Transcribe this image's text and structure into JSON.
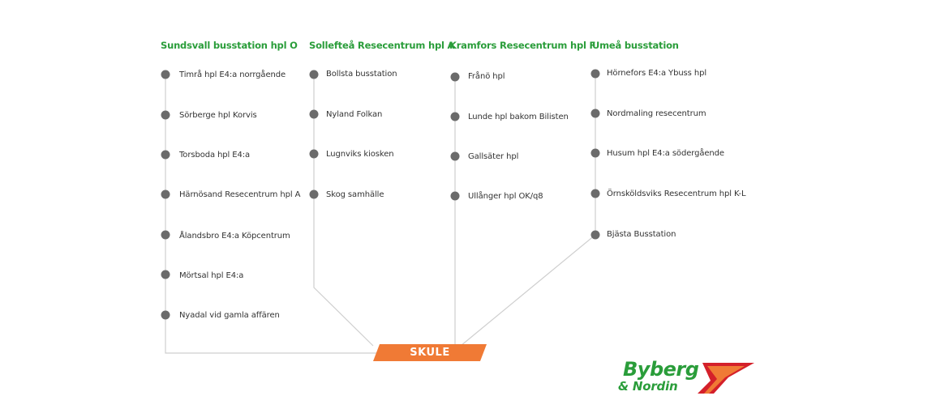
{
  "routes": [
    {
      "title": "Sundsvall busstation hpl O",
      "stops": [
        "Timrå hpl E4:a norrgående",
        "Sörberge hpl Korvis",
        "Torsboda hpl E4:a",
        "Härnösand Resecentrum hpl A",
        "Ålandsbro E4:a Köpcentrum",
        "Mörtsal hpl E4:a",
        "Nyadal vid gamla affären"
      ]
    },
    {
      "title": "Sollefteå Resecentrum hpl A",
      "stops": [
        "Bollsta busstation",
        "Nyland Folkan",
        "Lugnviks kiosken",
        "Skog samhälle"
      ]
    },
    {
      "title": "Kramfors Resecentrum hpl F",
      "stops": [
        "Frånö hpl",
        "Lunde hpl bakom Bilisten",
        "Gallsäter hpl",
        "Ullånger hpl OK/q8"
      ]
    },
    {
      "title": "Umeå busstation",
      "stops": [
        "Hörnefors E4:a Ybuss hpl",
        "Nordmaling resecentrum",
        "Husum hpl E4:a södergående",
        "Örnsköldsviks Resecentrum hpl K-L",
        "Bjästa Busstation"
      ]
    }
  ],
  "destination": "SKULE",
  "logo": {
    "line1": "Byberg",
    "line2": "& Nordin"
  },
  "colors": {
    "title_green": "#2a9d3a",
    "destination_orange": "#f07a35",
    "stop_dot": "#6b6b6b",
    "connector_line": "#cfcfcf",
    "logo_red": "#d4202a"
  }
}
